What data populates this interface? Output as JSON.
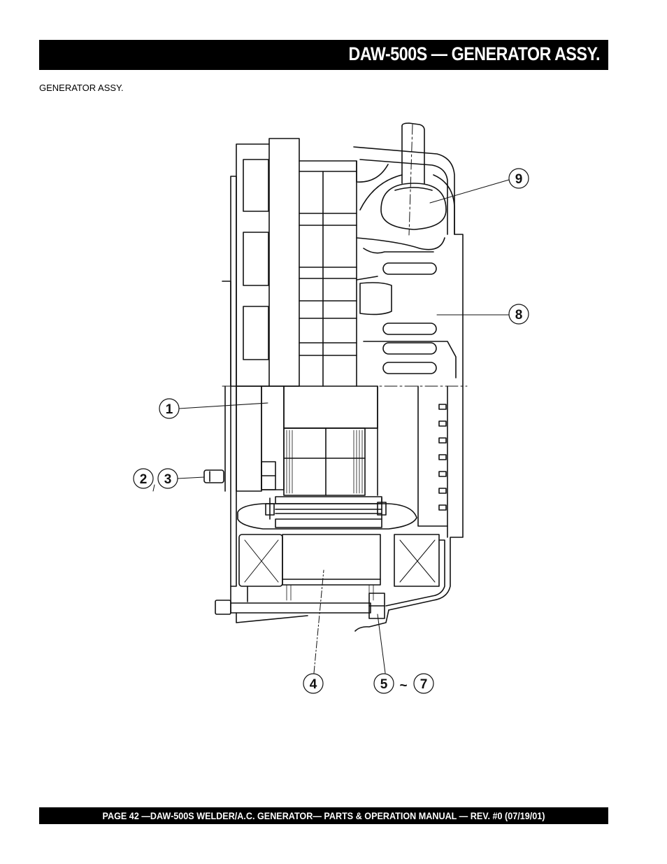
{
  "header": {
    "title": "DAW-500S  — GENERATOR ASSY."
  },
  "subtitle": "GENERATOR  ASSY.",
  "callouts": {
    "c1": "1",
    "c2": "2",
    "c3": "3",
    "c4": "4",
    "c5": "5",
    "c7": "7",
    "c8": "8",
    "c9": "9",
    "tilde": "~"
  },
  "footer": {
    "text": "PAGE 42 —DAW-500S  WELDER/A.C. GENERATOR— PARTS & OPERATION MANUAL — REV. #0 (07/19/01)"
  },
  "colors": {
    "bar": "#000000",
    "line": "#111111"
  }
}
